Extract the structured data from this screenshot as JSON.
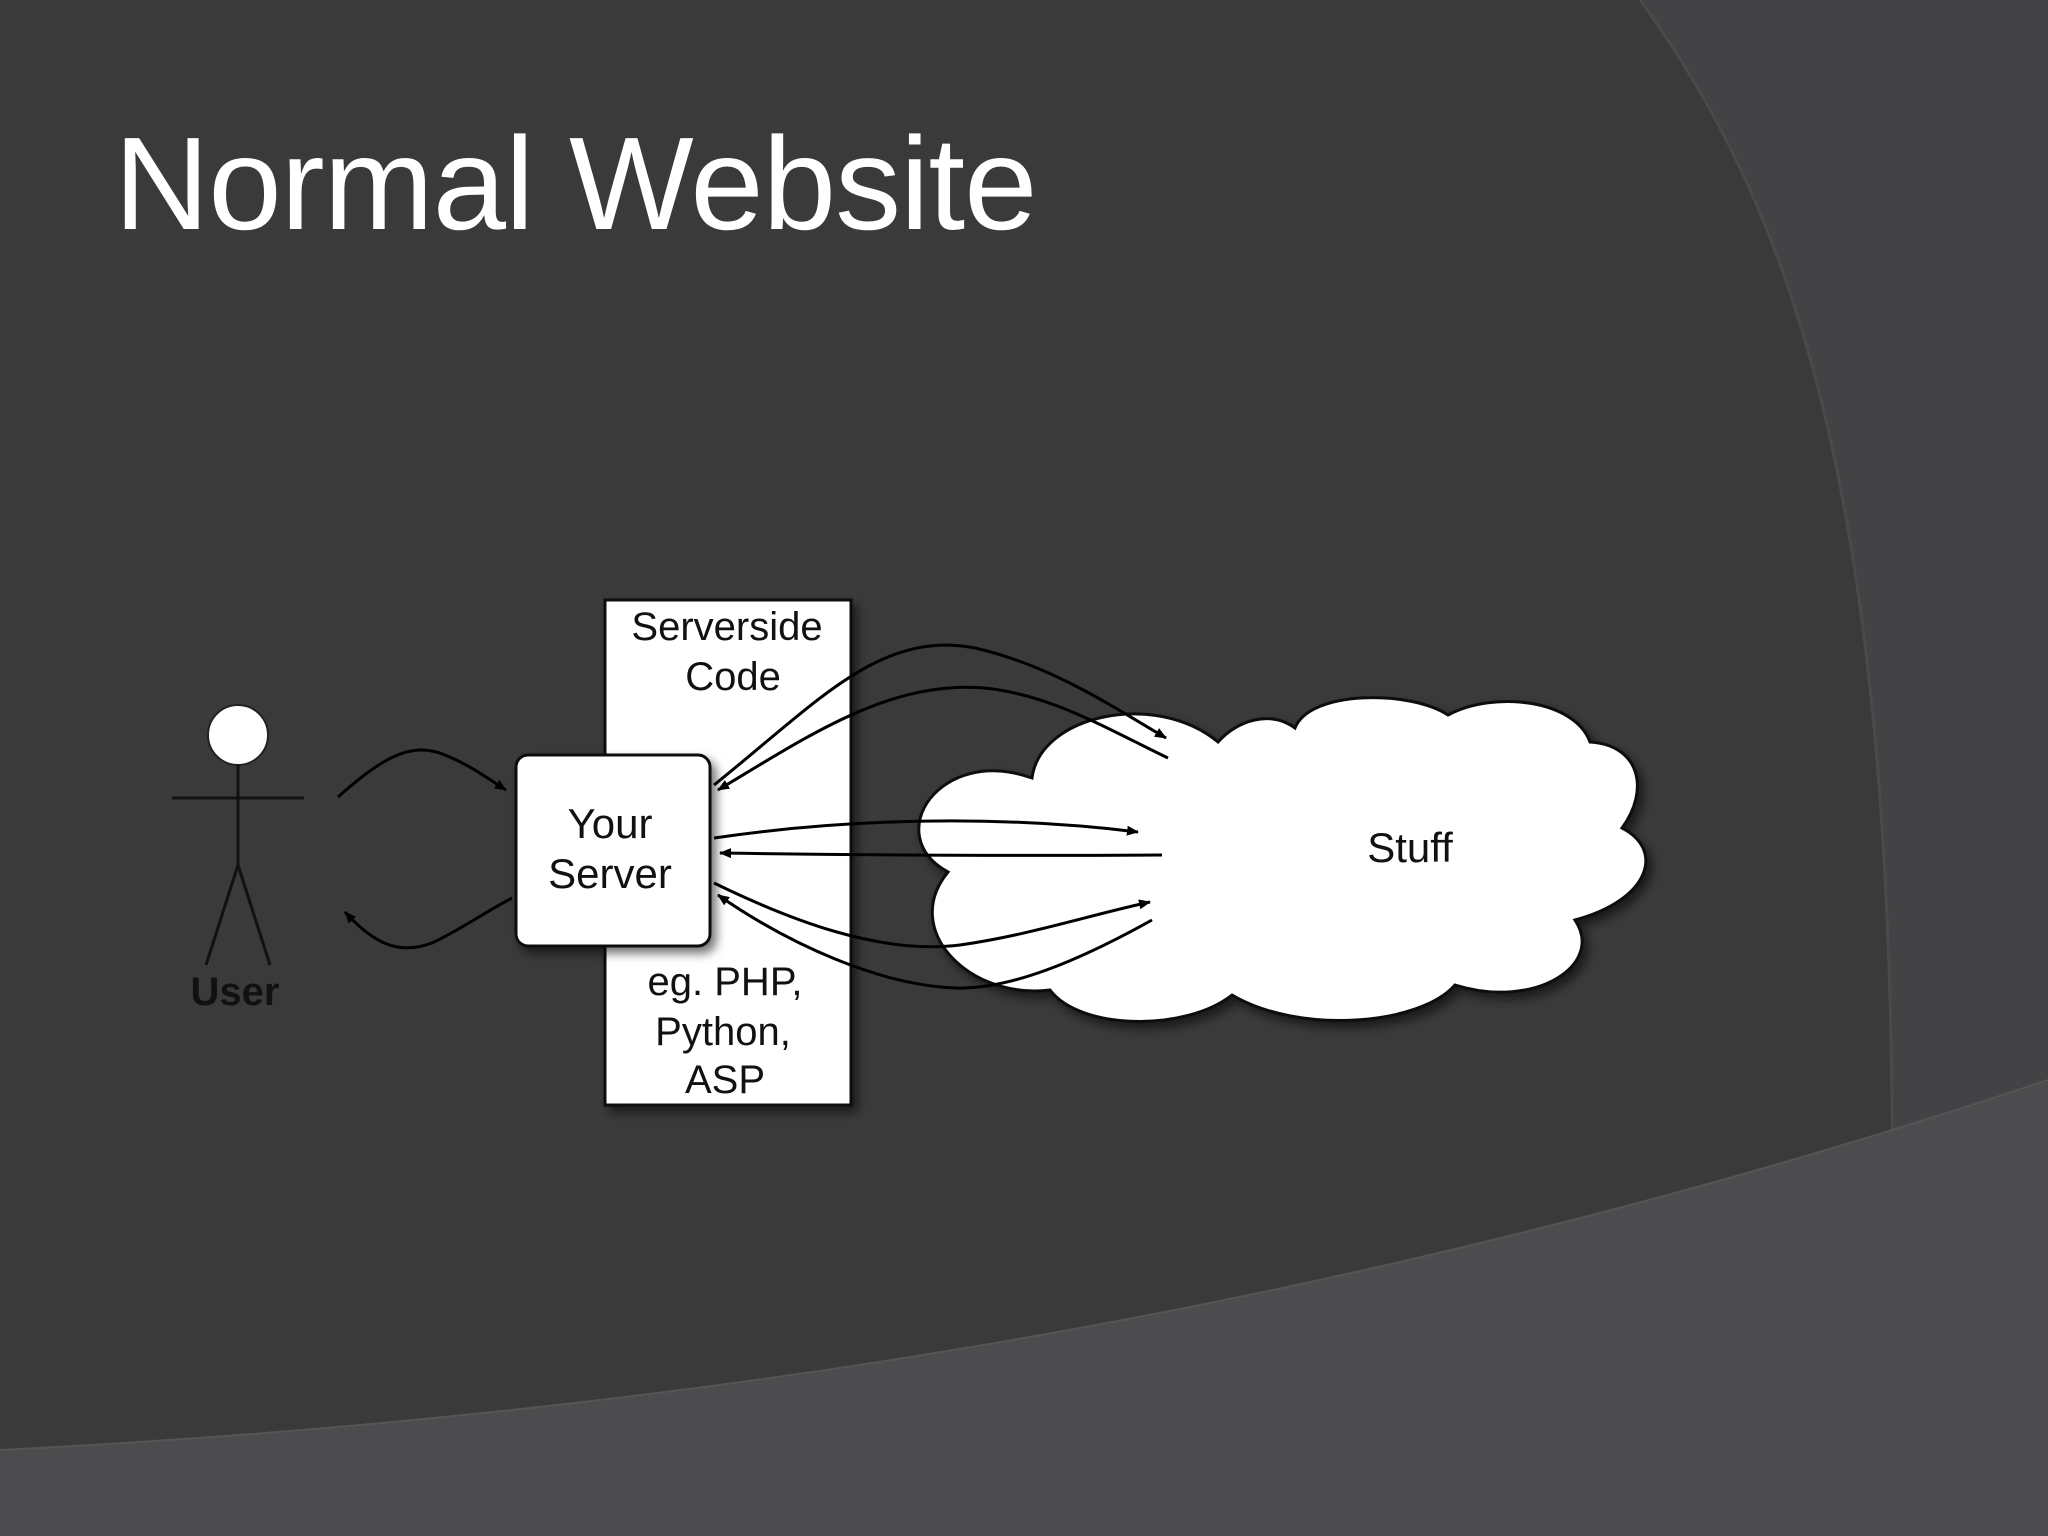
{
  "slide": {
    "title": "Normal Website"
  },
  "diagram": {
    "actor_label": "User",
    "server_label_line1": "Your",
    "server_label_line2": "Server",
    "code_panel_top_line1": "Serverside",
    "code_panel_top_line2": "Code",
    "code_panel_bottom_line1": "eg. PHP,",
    "code_panel_bottom_line2": "Python,",
    "code_panel_bottom_line3": "ASP",
    "cloud_label": "Stuff"
  },
  "colors": {
    "background": "#3a3a3b",
    "background_band": "#4c4c4e",
    "text": "#ffffff"
  }
}
